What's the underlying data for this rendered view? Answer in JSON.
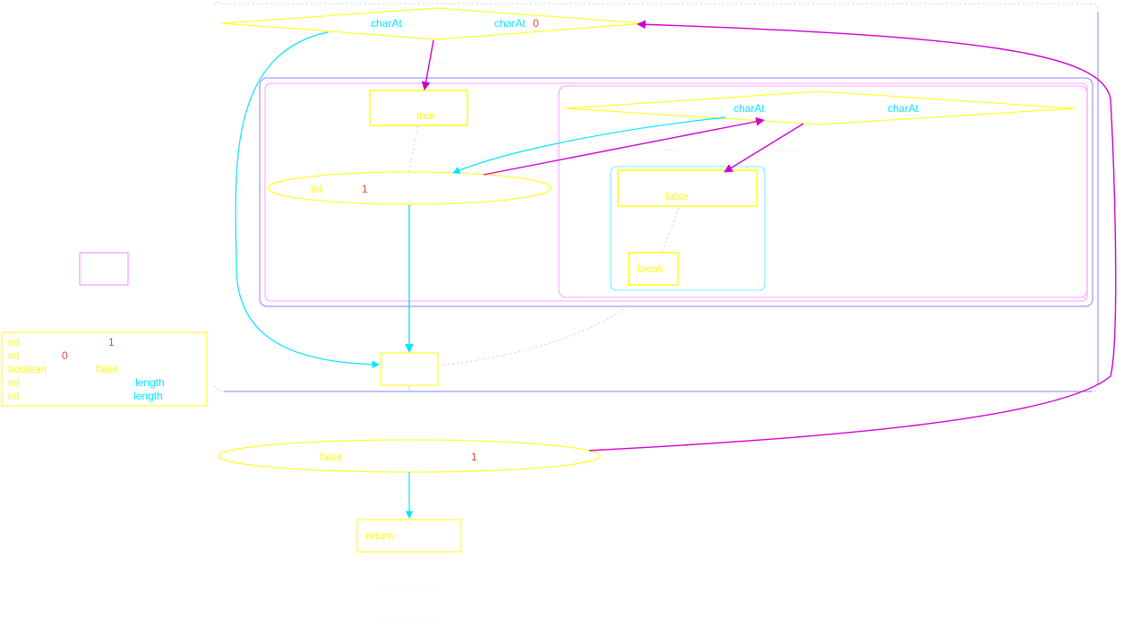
{
  "colors": {
    "yellow": "#ffff00",
    "cyan": "#00e5ff",
    "magenta": "#d000d0",
    "purple": "#8f7cff",
    "pink": "#ff80ff",
    "red": "#e0483a",
    "grey": "#cfcfcf"
  },
  "nodes": {
    "top_condition": {
      "left_call": "charAt",
      "right_call": "charAt",
      "right_arg": "0"
    },
    "true_box": {
      "label": "true"
    },
    "increment": {
      "type": "int",
      "value": "1"
    },
    "inner_condition": {
      "left_call": "charAt",
      "right_call": "charAt"
    },
    "false_box": {
      "label": "false"
    },
    "break_box": {
      "label": "break"
    },
    "declarations": {
      "rows": [
        {
          "type": "int",
          "value": "1"
        },
        {
          "type": "int",
          "value": "0"
        },
        {
          "type": "boolean",
          "value": "false"
        },
        {
          "type": "int",
          "value": "length"
        },
        {
          "type": "int",
          "value": "length"
        }
      ]
    },
    "bottom_condition": {
      "keyword": "false",
      "value": "1"
    },
    "return_box": {
      "label": "return"
    }
  }
}
